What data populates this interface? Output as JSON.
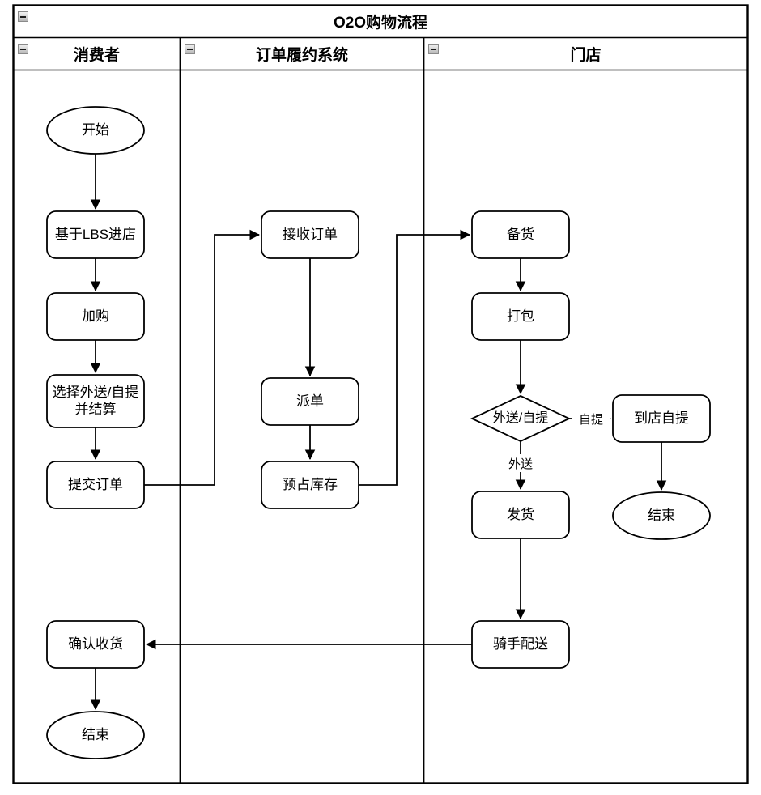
{
  "pool": {
    "title": "O2O购物流程",
    "collapse_icon": "collapse-minus-icon",
    "border_color": "#000000",
    "background_color": "#ffffff"
  },
  "lanes": [
    {
      "id": "consumer",
      "title": "消费者",
      "collapse_icon": "collapse-minus-icon"
    },
    {
      "id": "oms",
      "title": "订单履约系统",
      "collapse_icon": "collapse-minus-icon"
    },
    {
      "id": "store",
      "title": "门店",
      "collapse_icon": "collapse-minus-icon"
    }
  ],
  "nodes": [
    {
      "id": "start",
      "lane": "consumer",
      "shape": "ellipse",
      "label": "开始"
    },
    {
      "id": "lbs",
      "lane": "consumer",
      "shape": "rounded",
      "label": "基于LBS进店"
    },
    {
      "id": "addcart",
      "lane": "consumer",
      "shape": "rounded",
      "label": "加购"
    },
    {
      "id": "choose",
      "lane": "consumer",
      "shape": "rounded",
      "label": "选择外送/自提\n并结算",
      "line1": "选择外送/自提",
      "line2": "并结算"
    },
    {
      "id": "submit",
      "lane": "consumer",
      "shape": "rounded",
      "label": "提交订单"
    },
    {
      "id": "confirm",
      "lane": "consumer",
      "shape": "rounded",
      "label": "确认收货"
    },
    {
      "id": "end_consumer",
      "lane": "consumer",
      "shape": "ellipse",
      "label": "结束"
    },
    {
      "id": "receive",
      "lane": "oms",
      "shape": "rounded",
      "label": "接收订单"
    },
    {
      "id": "dispatch",
      "lane": "oms",
      "shape": "rounded",
      "label": "派单"
    },
    {
      "id": "reserve",
      "lane": "oms",
      "shape": "rounded",
      "label": "预占库存"
    },
    {
      "id": "prepare",
      "lane": "store",
      "shape": "rounded",
      "label": "备货"
    },
    {
      "id": "pack",
      "lane": "store",
      "shape": "rounded",
      "label": "打包"
    },
    {
      "id": "decide",
      "lane": "store",
      "shape": "diamond",
      "label": "外送/自提"
    },
    {
      "id": "pickup",
      "lane": "store",
      "shape": "rounded",
      "label": "到店自提"
    },
    {
      "id": "end_store",
      "lane": "store",
      "shape": "ellipse",
      "label": "结束"
    },
    {
      "id": "ship",
      "lane": "store",
      "shape": "rounded",
      "label": "发货"
    },
    {
      "id": "rider",
      "lane": "store",
      "shape": "rounded",
      "label": "骑手配送"
    }
  ],
  "edges": [
    {
      "from": "start",
      "to": "lbs",
      "label": ""
    },
    {
      "from": "lbs",
      "to": "addcart",
      "label": ""
    },
    {
      "from": "addcart",
      "to": "choose",
      "label": ""
    },
    {
      "from": "choose",
      "to": "submit",
      "label": ""
    },
    {
      "from": "submit",
      "to": "receive",
      "label": ""
    },
    {
      "from": "receive",
      "to": "dispatch",
      "label": ""
    },
    {
      "from": "dispatch",
      "to": "reserve",
      "label": ""
    },
    {
      "from": "reserve",
      "to": "prepare",
      "label": ""
    },
    {
      "from": "prepare",
      "to": "pack",
      "label": ""
    },
    {
      "from": "pack",
      "to": "decide",
      "label": ""
    },
    {
      "from": "decide",
      "to": "pickup",
      "label": "自提"
    },
    {
      "from": "decide",
      "to": "ship",
      "label": "外送"
    },
    {
      "from": "pickup",
      "to": "end_store",
      "label": ""
    },
    {
      "from": "ship",
      "to": "rider",
      "label": ""
    },
    {
      "from": "rider",
      "to": "confirm",
      "label": ""
    },
    {
      "from": "confirm",
      "to": "end_consumer",
      "label": ""
    }
  ],
  "edge_labels": {
    "self_pickup": "自提",
    "delivery": "外送"
  },
  "style": {
    "stroke": "#000000",
    "fill": "#ffffff",
    "lane_border": "#000000"
  }
}
